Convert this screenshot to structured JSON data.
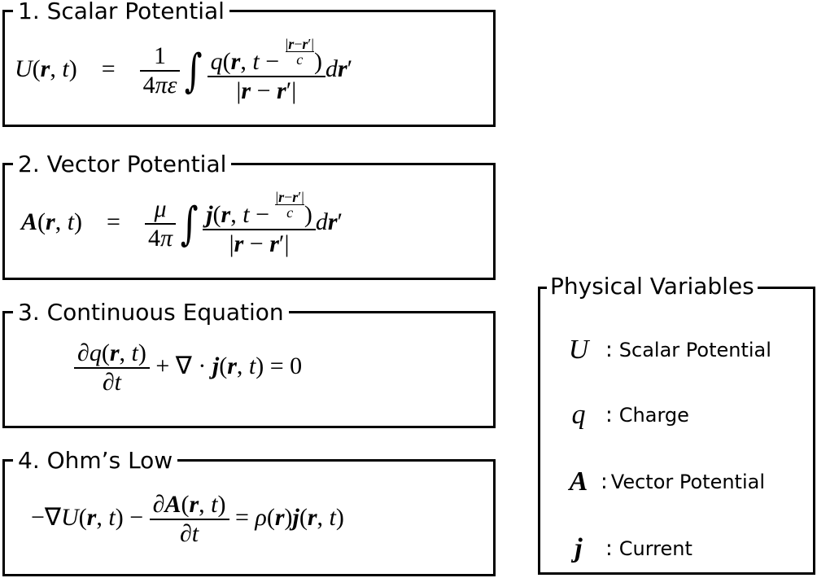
{
  "boxes": [
    {
      "title": "1. Scalar Potential"
    },
    {
      "title": "2. Vector Potential"
    },
    {
      "title": "3. Continuous Equation"
    },
    {
      "title": "4. Ohm’s Low"
    }
  ],
  "legend": {
    "title": "Physical Variables",
    "items": [
      {
        "symbol": "U",
        "desc": "Scalar Potential"
      },
      {
        "symbol": "q",
        "desc": "Charge"
      },
      {
        "symbol": "A",
        "desc": "Vector Potential"
      },
      {
        "symbol": "j",
        "desc": "Current"
      }
    ]
  }
}
